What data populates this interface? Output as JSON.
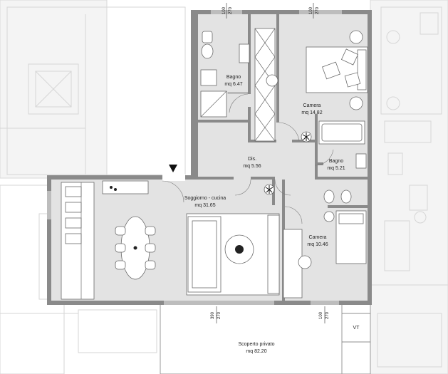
{
  "rooms": {
    "bagno1": {
      "name": "Bagno",
      "area": "mq 6.47"
    },
    "camera1": {
      "name": "Camera",
      "area": "mq 14.82"
    },
    "dis": {
      "name": "Dis.",
      "area": "mq 5.56"
    },
    "bagno2": {
      "name": "Bagno",
      "area": "mq 5.21"
    },
    "soggiorno": {
      "name": "Soggiorno - cucina",
      "area": "mq 31.65"
    },
    "camera2": {
      "name": "Camera",
      "area": "mq 10.46"
    },
    "scoperto": {
      "name": "Scoperto privato",
      "area": "mq 82.20"
    },
    "vt": {
      "name": "VT"
    }
  },
  "dimensions": {
    "top_left": {
      "a": "100",
      "b": "270"
    },
    "top_right": {
      "a": "100",
      "b": "270"
    },
    "bottom_left": {
      "a": "390",
      "b": "270"
    },
    "bottom_right": {
      "a": "100",
      "b": "270"
    }
  },
  "colors": {
    "floor": "#e3e3e3",
    "wall": "#8a8a8a",
    "context": "#d6d6d6"
  },
  "icons": [
    "entrance-arrow-icon",
    "plant-icon"
  ]
}
